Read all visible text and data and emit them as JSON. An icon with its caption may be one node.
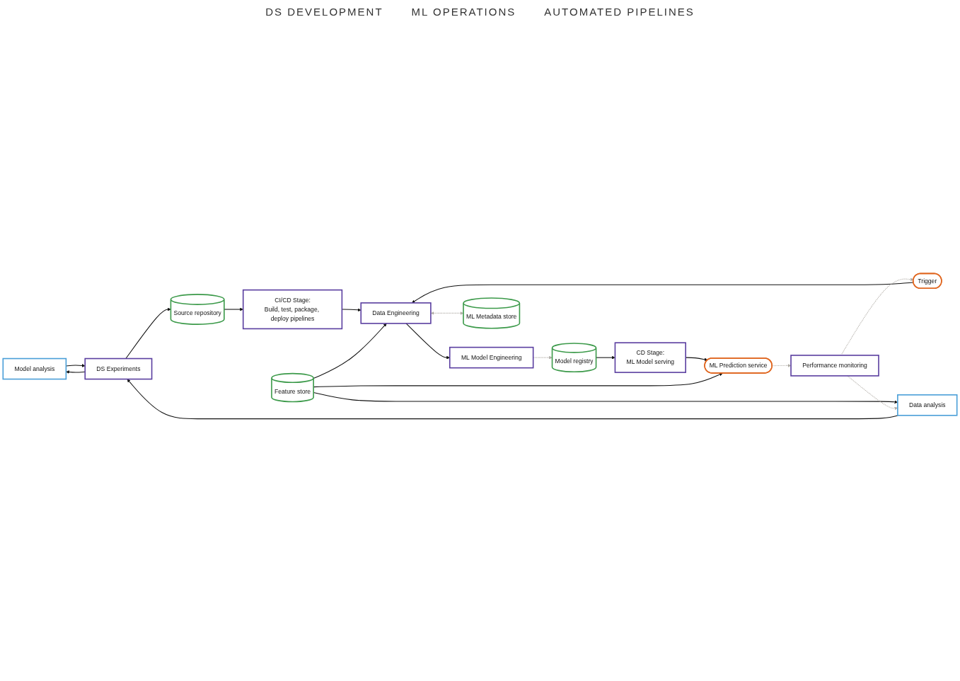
{
  "diagram": {
    "nodes": [
      {
        "text": [
          "Model analysis"
        ]
      },
      {
        "text": [
          "Data analysis"
        ]
      },
      {
        "text": [
          "DS Experiments"
        ]
      },
      {
        "text": [
          "Source repository"
        ]
      },
      {
        "text": [
          "CI/CD Stage:",
          "Build, test, package, deploy pipelines"
        ]
      },
      {
        "text": [
          "Feature store"
        ]
      },
      {
        "text": [
          "Data Engineering"
        ]
      },
      {
        "text": [
          "ML Model Engineering"
        ]
      },
      {
        "text": [
          "Model registry"
        ]
      },
      {
        "text": [
          "ML Metadata store"
        ]
      },
      {
        "text": [
          "CD Stage:",
          "ML Model serving"
        ]
      },
      {
        "text": [
          "Trigger"
        ]
      },
      {
        "text": [
          "Performance monitoring"
        ]
      },
      {
        "text": [
          "ML Prediction service"
        ]
      }
    ],
    "edges": [
      {
        "from": 2,
        "to": 0,
        "arrow": "to"
      },
      {
        "from": 0,
        "to": 2,
        "arrow": "to"
      },
      {
        "from": 1,
        "to": 2,
        "arrow": "to"
      },
      {
        "from": 2,
        "to": 3,
        "arrow": "to"
      },
      {
        "from": 3,
        "to": 4,
        "arrow": "to"
      },
      {
        "from": 4,
        "to": 6,
        "arrow": "to"
      },
      {
        "from": 5,
        "to": 1,
        "arrow": "to"
      },
      {
        "from": 5,
        "to": 6,
        "arrow": "to"
      },
      {
        "from": 11,
        "to": 6,
        "arrow": "to"
      },
      {
        "from": 6,
        "to": 7,
        "arrow": "to"
      },
      {
        "from": 7,
        "to": 8,
        "arrow": "to",
        "style": "dashed",
        "color": "#b0aca6"
      },
      {
        "from": 6,
        "to": 9,
        "arrow": "both",
        "style": "dashed",
        "color": "#b0aca6"
      },
      {
        "from": 8,
        "to": 10,
        "arrow": "to"
      },
      {
        "from": 10,
        "to": 13,
        "arrow": "to"
      },
      {
        "from": 13,
        "to": 12,
        "arrow": "to",
        "style": "dashed",
        "color": "#b0aca6"
      },
      {
        "from": 12,
        "to": 11,
        "arrow": "to",
        "style": "dashed",
        "color": "#b0aca6"
      },
      {
        "from": 12,
        "to": 1,
        "arrow": "to",
        "style": "dashed",
        "color": "#b0aca6"
      },
      {
        "from": 5,
        "to": 13,
        "arrow": "to"
      }
    ],
    "labels": [
      "DS DEVELOPMENT",
      "ML OPERATIONS",
      "AUTOMATED PIPELINES"
    ]
  }
}
